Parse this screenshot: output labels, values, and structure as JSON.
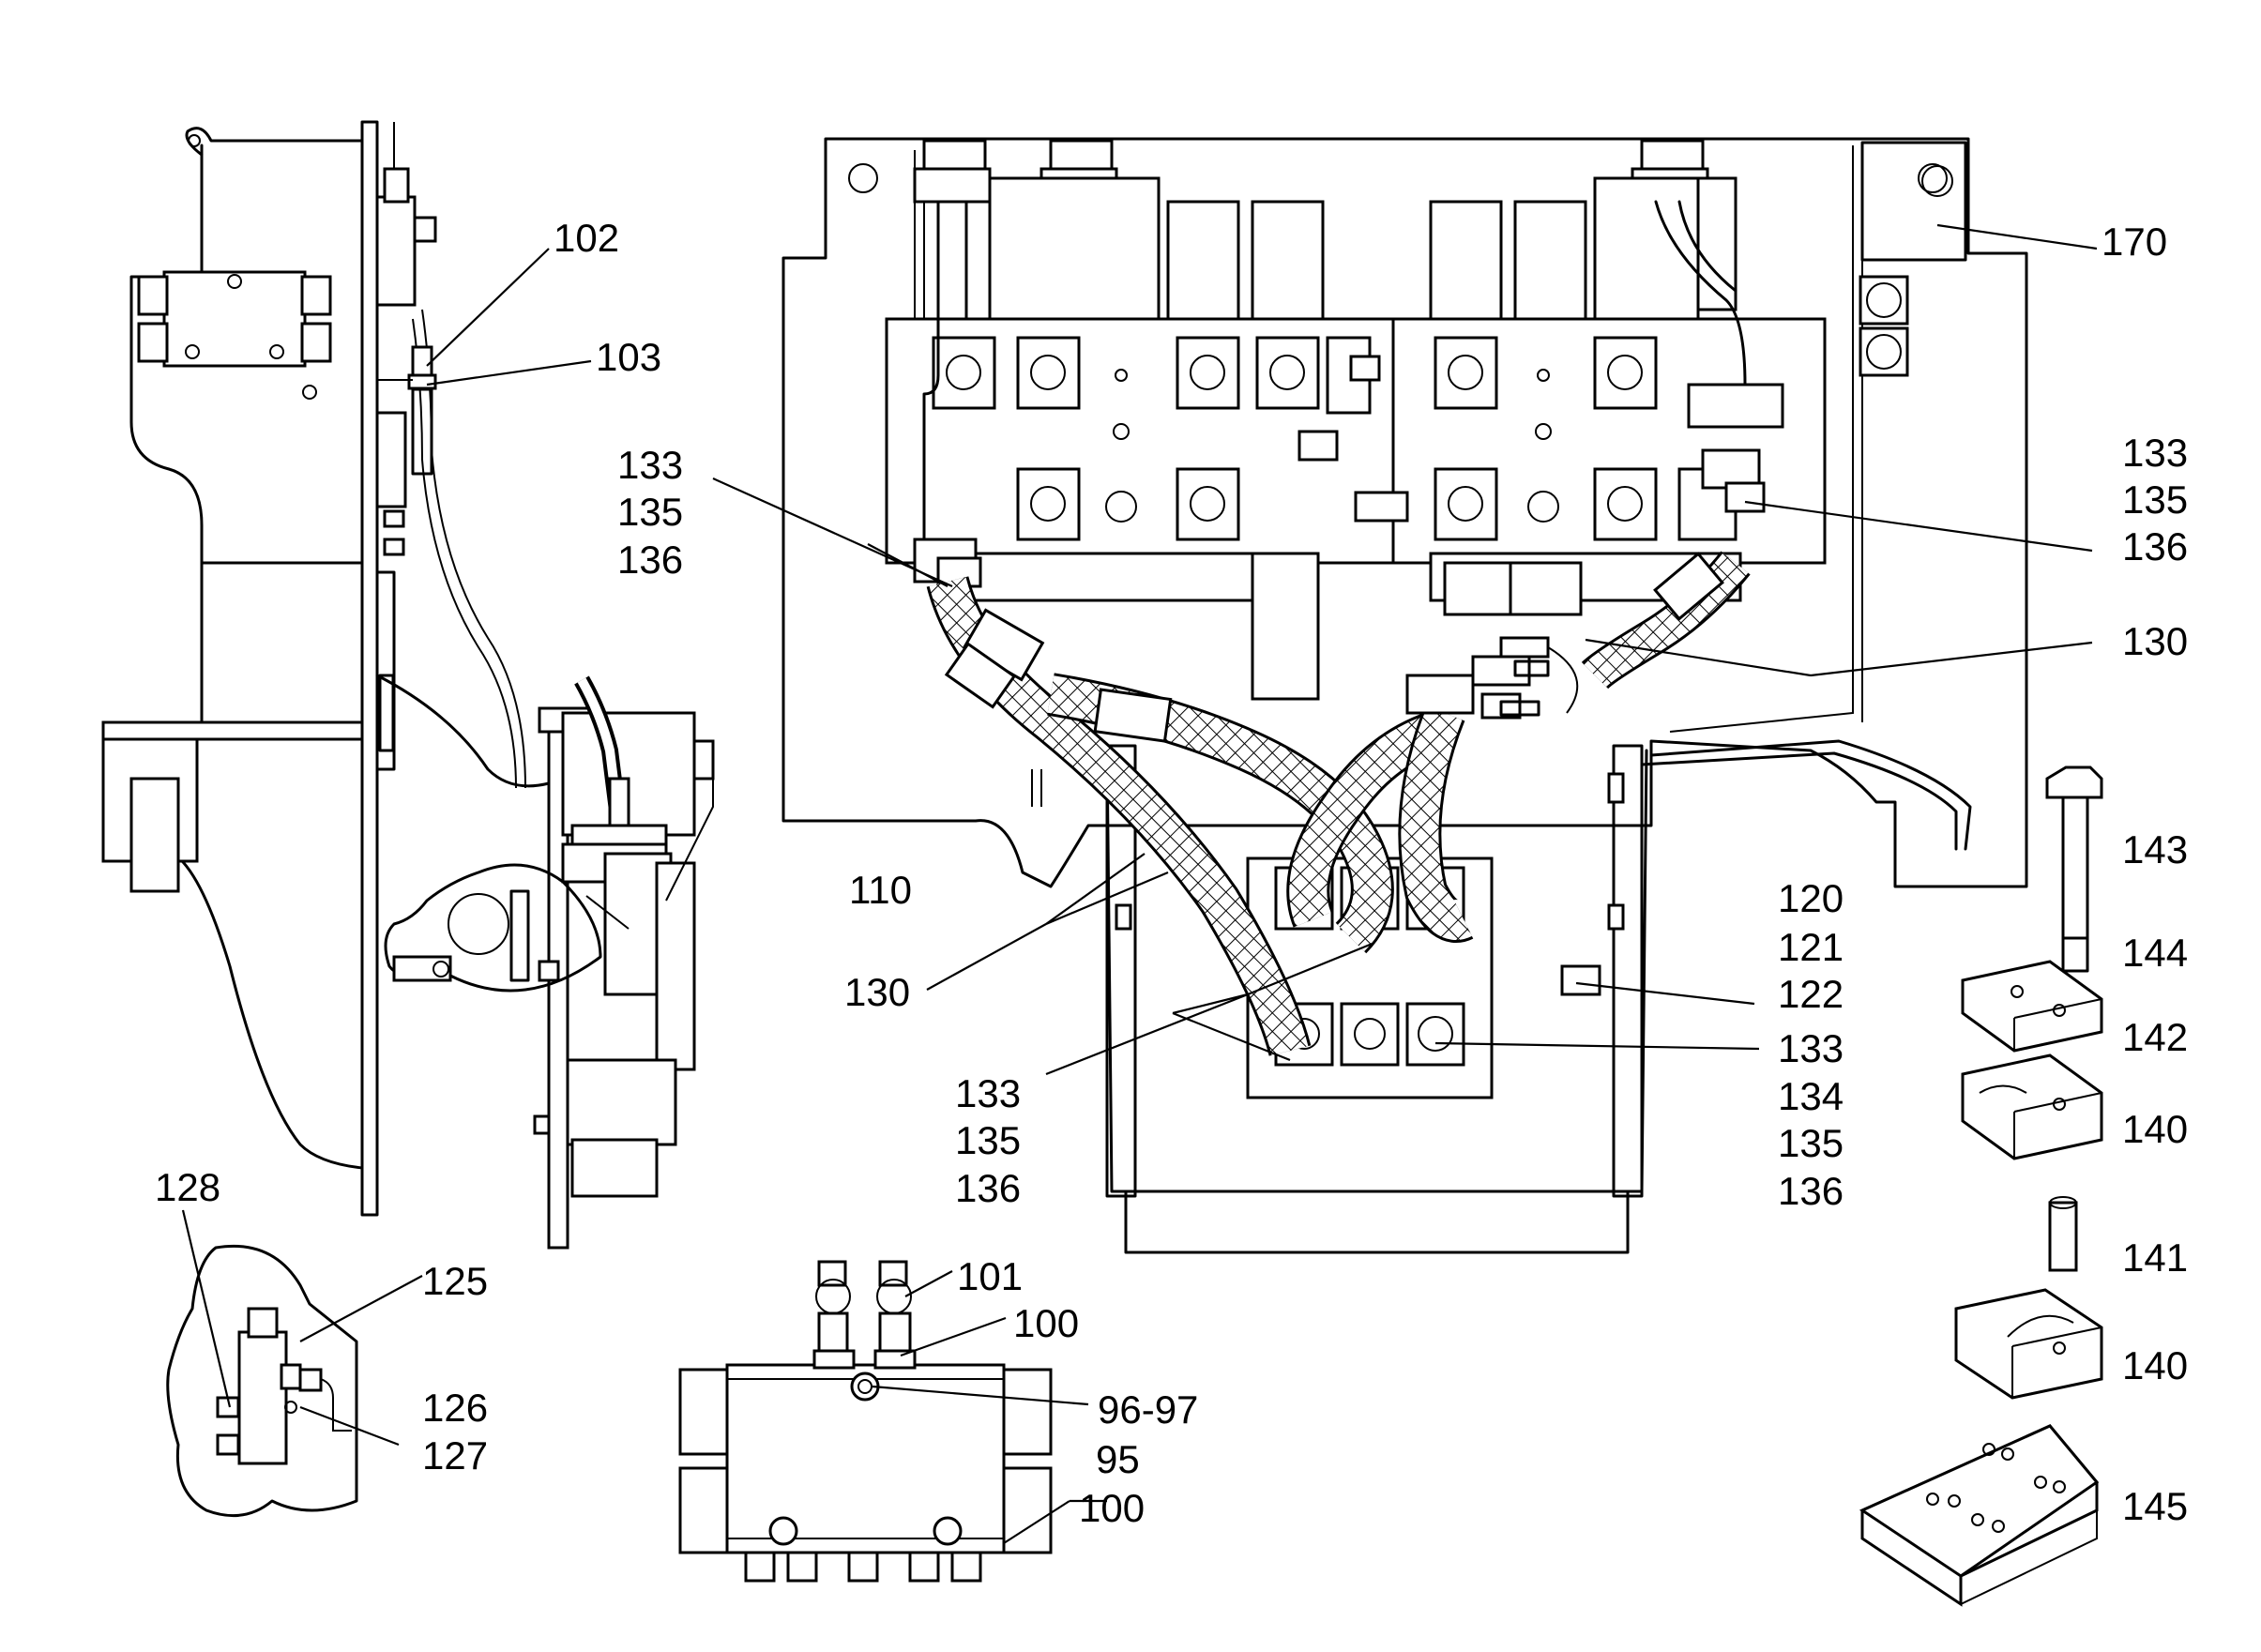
{
  "labels": {
    "l102": "102",
    "l103": "103",
    "l170": "170",
    "l133a": "133",
    "l135a": "135",
    "l136a": "136",
    "l133b": "133",
    "l135b": "135",
    "l136b": "136",
    "l130a": "130",
    "l110": "110",
    "l130b": "130",
    "l120": "120",
    "l121": "121",
    "l122": "122",
    "l133c": "133",
    "l134": "134",
    "l135c": "135",
    "l136c": "136",
    "l133d": "133",
    "l135d": "135",
    "l136d": "136",
    "l143": "143",
    "l144": "144",
    "l142": "142",
    "l140a": "140",
    "l141": "141",
    "l140b": "140",
    "l145": "145",
    "l128": "128",
    "l125": "125",
    "l126": "126",
    "l127": "127",
    "l101": "101",
    "l100a": "100",
    "l9697": "96-97",
    "l95": "95",
    "l100b": "100"
  },
  "colors": {
    "line": "#000000",
    "background": "#ffffff",
    "hatch": "#000000"
  }
}
